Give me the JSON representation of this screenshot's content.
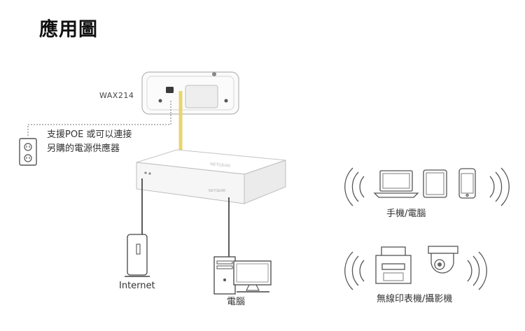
{
  "title": "應用圖",
  "labels": {
    "ap": "WAX214",
    "poe_line1": "支援POE 或可以連接",
    "poe_line2": "另購的電源供應器",
    "switch_brand": "NETGEAR",
    "internet": "Internet",
    "pc": "電腦",
    "phone_pc": "手機/電腦",
    "printer_camera": "無線印表機/攝影機"
  },
  "colors": {
    "poe_cable": "#e8d56a",
    "cable": "#333333",
    "device_fill": "#ffffff",
    "device_stroke": "#9a9a9a"
  }
}
